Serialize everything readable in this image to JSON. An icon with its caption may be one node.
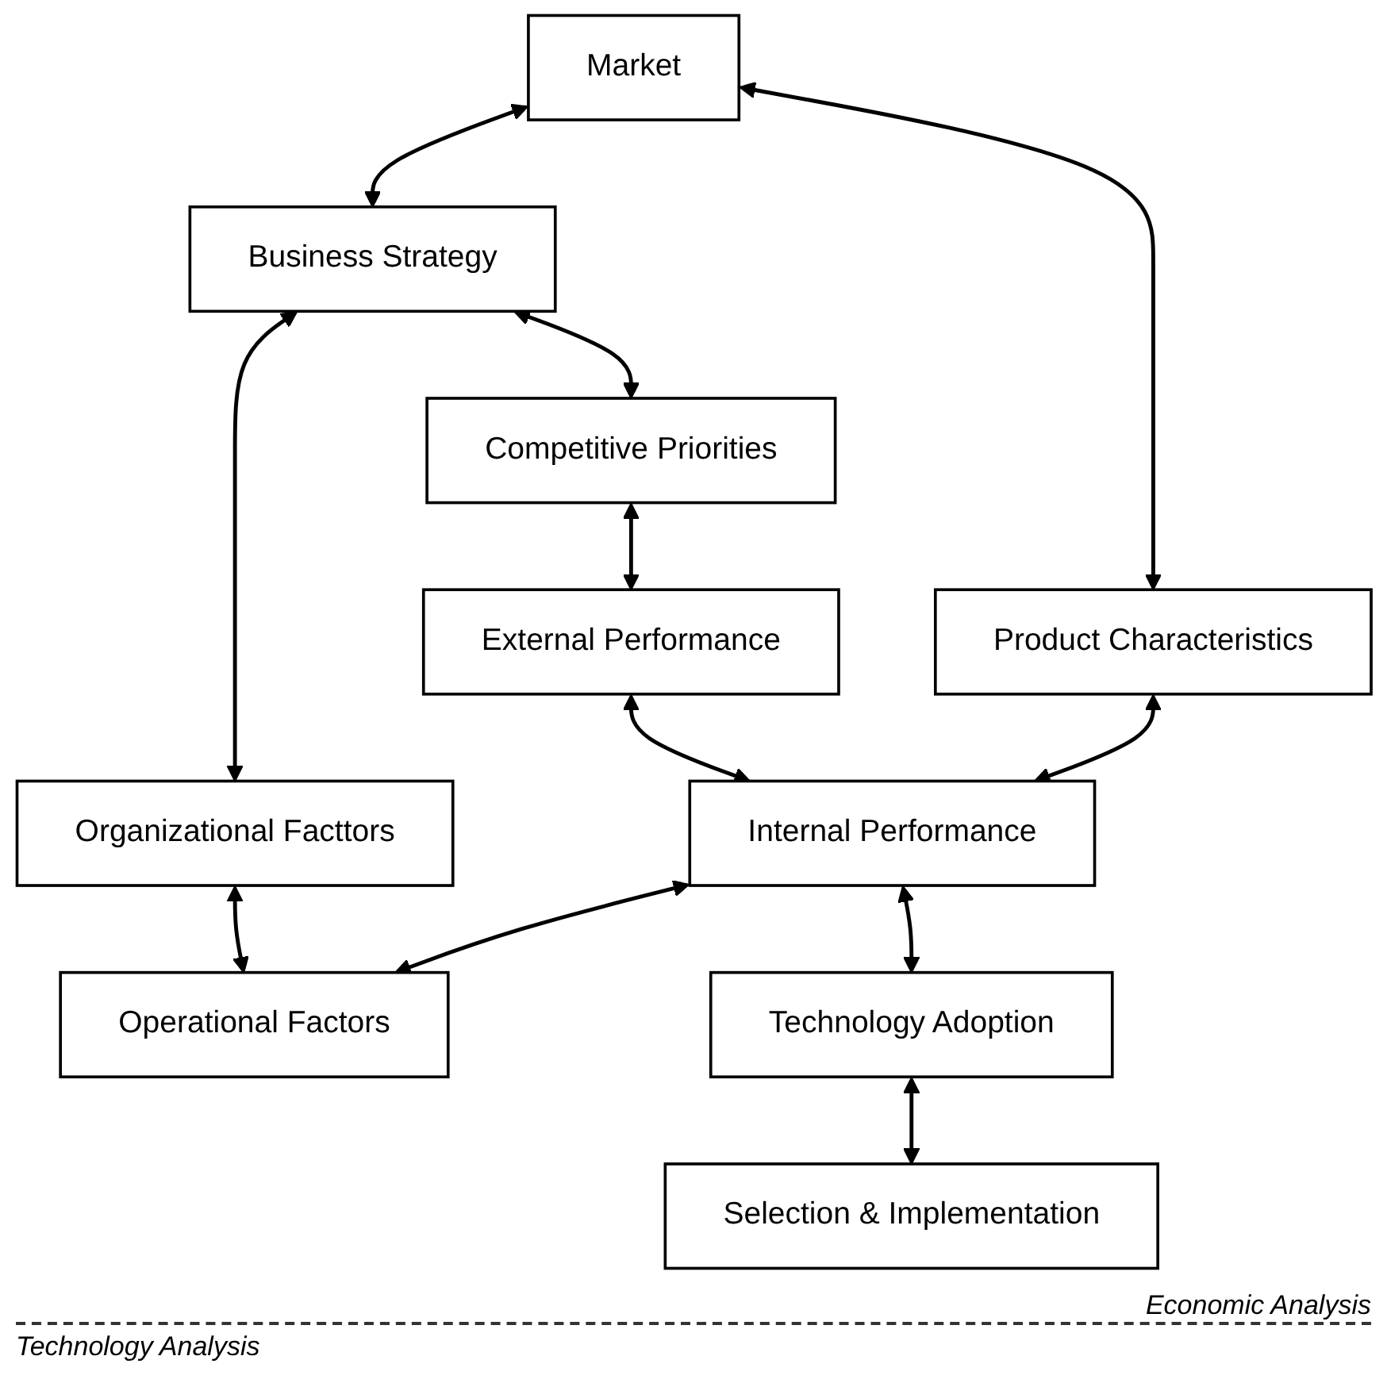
{
  "diagram": {
    "nodes": [
      {
        "text": [
          "Market"
        ]
      },
      {
        "text": [
          "Business Strategy"
        ]
      },
      {
        "text": [
          "Organizational Facttors"
        ]
      },
      {
        "text": [
          "Competitive Priorities"
        ]
      },
      {
        "text": [
          "External Performance"
        ]
      },
      {
        "text": [
          "Product Characteristics"
        ]
      },
      {
        "text": [
          "Internal Performance"
        ]
      },
      {
        "text": [
          "Operational Factors"
        ]
      },
      {
        "text": [
          "Technology Adoption"
        ]
      },
      {
        "text": [
          "Selection & Implementation"
        ]
      }
    ],
    "edges": [
      {
        "from": 0,
        "to": 1,
        "arrow": "both"
      },
      {
        "from": 1,
        "to": 2,
        "arrow": "both"
      },
      {
        "from": 0,
        "to": 5,
        "arrow": "both"
      },
      {
        "from": 1,
        "to": 3,
        "arrow": "both"
      },
      {
        "from": 2,
        "to": 7,
        "arrow": "both"
      },
      {
        "from": 3,
        "to": 4,
        "arrow": "both"
      },
      {
        "from": 4,
        "to": 6,
        "arrow": "both"
      },
      {
        "from": 5,
        "to": 6,
        "arrow": "both"
      },
      {
        "from": 6,
        "to": 7,
        "arrow": "both"
      },
      {
        "from": 6,
        "to": 8,
        "arrow": "both"
      },
      {
        "from": 8,
        "to": 9,
        "arrow": "both"
      }
    ],
    "labels": [
      "Economic Analysis",
      "Technology Analysis"
    ]
  }
}
